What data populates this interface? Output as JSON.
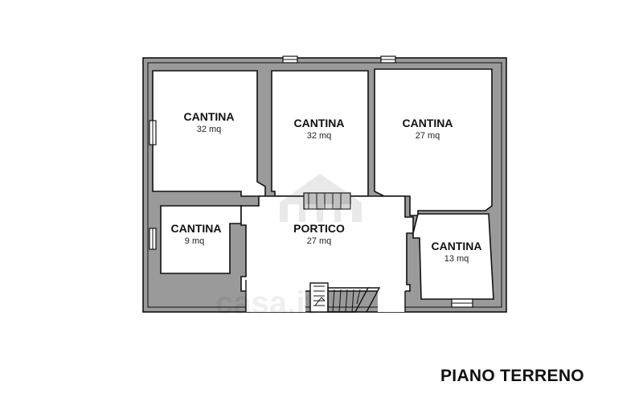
{
  "floor_label": "PIANO TERRENO",
  "watermark_text": "casa.it",
  "rooms": [
    {
      "name": "CANTINA",
      "area": "32 mq"
    },
    {
      "name": "CANTINA",
      "area": "32 mq"
    },
    {
      "name": "CANTINA",
      "area": "27 mq"
    },
    {
      "name": "CANTINA",
      "area": "9 mq"
    },
    {
      "name": "PORTICO",
      "area": "27 mq"
    },
    {
      "name": "CANTINA",
      "area": "13 mq"
    }
  ],
  "colors": {
    "wall_fill": "#9a9a9a",
    "outline": "#111111",
    "background": "#ffffff"
  },
  "icons": [
    "staircase-icon",
    "window-icon",
    "watermark-house-icon"
  ]
}
